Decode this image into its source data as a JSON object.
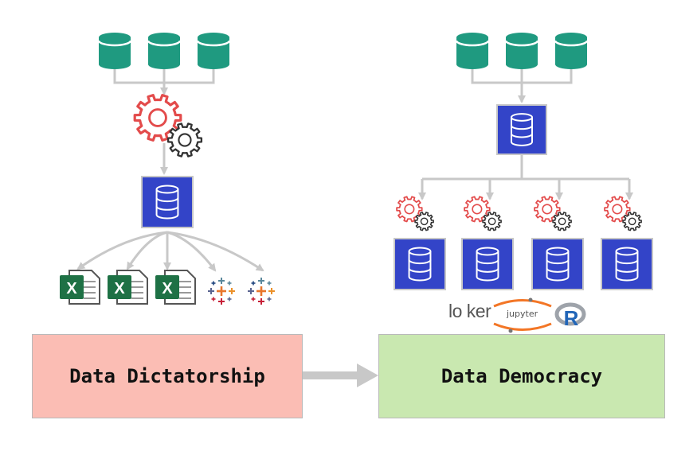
{
  "colors": {
    "cylinder": "#1f9a80",
    "db_block": "#3344c8",
    "gear_red": "#e34b4b",
    "gear_dark": "#333333",
    "excel": "#1e7145",
    "connector": "#c8c8c8",
    "dictatorship_fill": "#fbbdb4",
    "democracy_fill": "#c9e8b0",
    "tableau": [
      "#e8762d",
      "#59879b",
      "#c72037",
      "#5b6591",
      "#eb912b",
      "#1f457e"
    ]
  },
  "icons": [
    "database-cylinder-icon",
    "gears-icon",
    "database-icon",
    "excel-file-icon",
    "tableau-icon",
    "looker-logo",
    "jupyter-logo",
    "r-logo"
  ],
  "left": {
    "label": "Data Dictatorship"
  },
  "right": {
    "label": "Data Democracy"
  },
  "tools": {
    "looker": "lo ker",
    "jupyter": "jupyter",
    "r": "R"
  }
}
